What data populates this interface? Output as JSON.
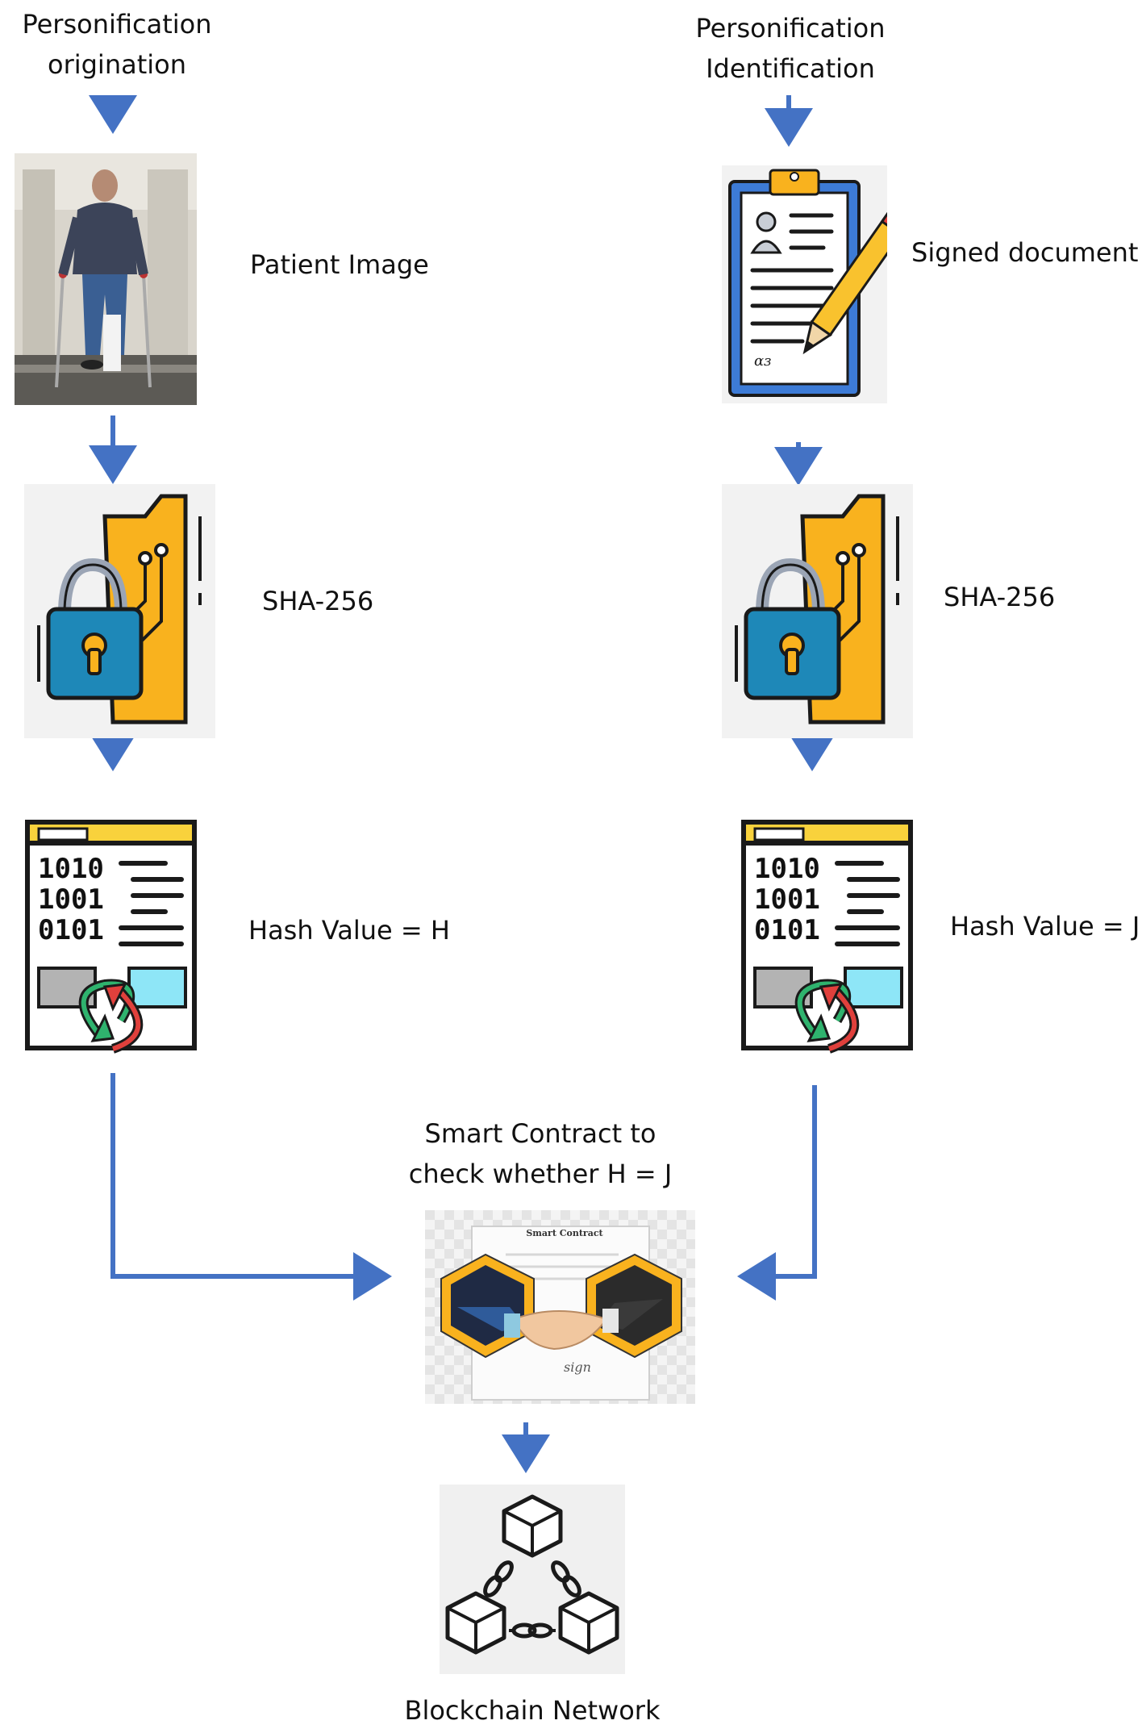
{
  "left_flow": {
    "title": "Personification origination",
    "image_label": "Patient Image",
    "hash_algo_label": "SHA-256",
    "hash_value_label": "Hash Value = H"
  },
  "right_flow": {
    "title": "Personification Identification",
    "image_label": "Signed document",
    "hash_algo_label": "SHA-256",
    "hash_value_label": "Hash Value = J"
  },
  "contract": {
    "label": "Smart Contract to check whether H = J",
    "doc_title": "Smart Contract",
    "signature": "sign"
  },
  "blockchain": {
    "label": "Blockchain Network"
  },
  "binary_rows": [
    "1010",
    "1001",
    "0101"
  ],
  "colors": {
    "arrow": "#4472c4",
    "folder": "#f9b21e",
    "lock": "#1e88b8",
    "hash_header": "#f9d23c",
    "hash_box_right": "#8ee6f7",
    "hash_box_left": "#b3b3b3",
    "cycle_green": "#2fb36e",
    "cycle_red": "#e0403c",
    "clipboard": "#3d7bd6"
  },
  "icons": [
    "patient-photo",
    "signed-document-icon",
    "encryption-folder-lock-icon",
    "hash-file-icon",
    "smart-contract-handshake-icon",
    "blockchain-network-icon"
  ]
}
